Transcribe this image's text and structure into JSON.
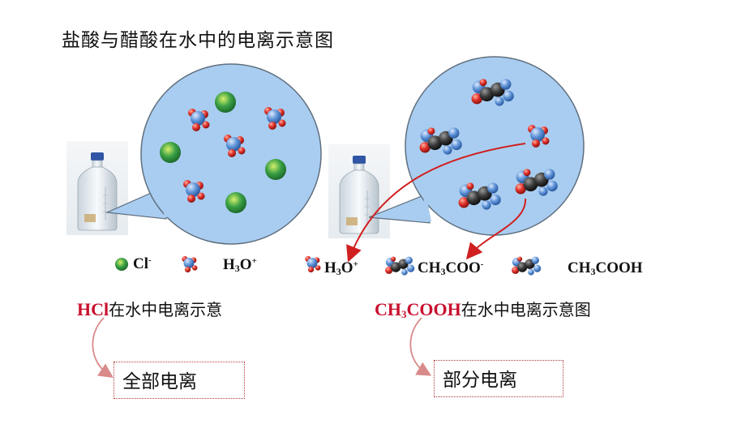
{
  "title": "盐酸与醋酸在水中的电离示意图",
  "legend": {
    "cl_text": "Cl",
    "cl_sup": "-",
    "h3o_left_h": "H",
    "h3o_left_sub": "3",
    "h3o_left_o": "O",
    "h3o_left_sup": "+",
    "h3o_right_h": "H",
    "h3o_right_sub": "3",
    "h3o_right_o": "O",
    "h3o_right_sup": "+",
    "acetate_a": "CH",
    "acetate_sub": "3",
    "acetate_b": "COO",
    "acetate_sup": "-",
    "acetic_a": "CH",
    "acetic_sub": "3",
    "acetic_b": "COOH"
  },
  "left_caption": {
    "formula": "HCl",
    "text": "在水中电离示意"
  },
  "right_caption": {
    "formula_a": "CH",
    "formula_sub": "3",
    "formula_b": "COOH",
    "text": "在水中电离示意图"
  },
  "left_result": "全部电离",
  "right_result": "部分电离",
  "colors": {
    "circle_fill": "#a9cdf0",
    "chloride": "#2e8b3a",
    "oxygen": "#e2322c",
    "hydrogen": "#5d92d6",
    "carbon": "#3a3a3a",
    "arrow_red": "#d01f1f",
    "caption_red": "#c8102e",
    "arrow_pink": "#d98a8a"
  }
}
